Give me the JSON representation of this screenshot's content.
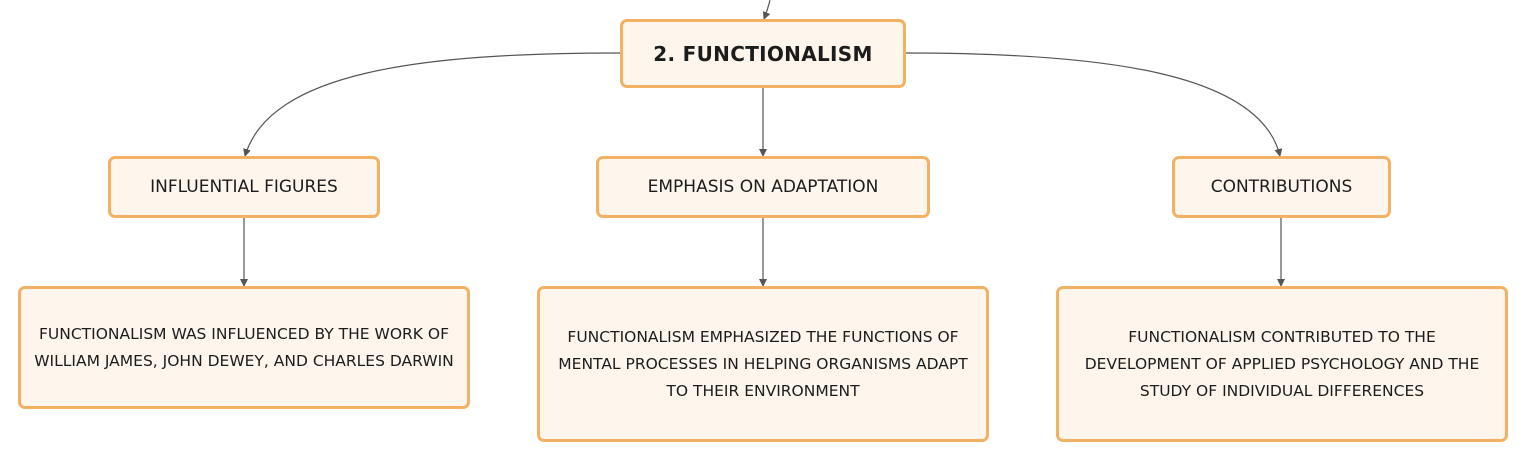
{
  "diagram": {
    "type": "mind-map",
    "colors": {
      "node_fill": "#fef5ec",
      "node_border": "#f3b163",
      "connector": "#555555",
      "text": "#1c1c1c"
    },
    "root": {
      "label": "2. FUNCTIONALISM"
    },
    "branches": [
      {
        "label": "INFLUENTIAL FIGURES",
        "detail": "FUNCTIONALISM WAS INFLUENCED BY THE WORK OF WILLIAM JAMES, JOHN DEWEY, AND CHARLES DARWIN"
      },
      {
        "label": "EMPHASIS ON ADAPTATION",
        "detail": "FUNCTIONALISM EMPHASIZED THE FUNCTIONS OF MENTAL PROCESSES IN HELPING ORGANISMS ADAPT TO THEIR ENVIRONMENT"
      },
      {
        "label": "CONTRIBUTIONS",
        "detail": "FUNCTIONALISM CONTRIBUTED TO THE DEVELOPMENT OF APPLIED PSYCHOLOGY AND THE STUDY OF INDIVIDUAL DIFFERENCES"
      }
    ]
  }
}
